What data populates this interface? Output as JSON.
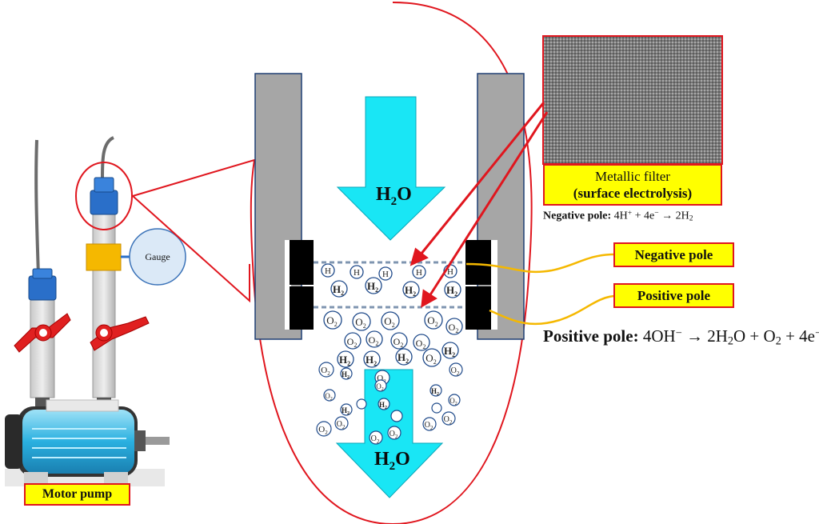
{
  "labels": {
    "gauge": "Gauge",
    "motor_pump": "Motor pump",
    "negative_pole_box": "Negative pole",
    "positive_pole_box": "Positive pole",
    "filter_caption_line1": "Metallic filter",
    "filter_caption_line2": "(surface electrolysis)",
    "water_in": "H",
    "water_in_sub": "2",
    "water_in_tail": "O",
    "water_out": "H",
    "water_out_sub": "2",
    "water_out_tail": "O"
  },
  "equations": {
    "negative": {
      "head": "Negative pole:",
      "text": "4H",
      "sup1": "+",
      "mid": " + 4e",
      "sup2": "−",
      "arrow": " → 2H",
      "sub": "2"
    },
    "positive": {
      "head": "Positive pole:",
      "text": "4OH",
      "sup1": "−",
      "arrow": " → 2H",
      "sub1": "2",
      "mid": "O + O",
      "sub2": "2",
      "tail": " + 4e",
      "sup2": "−"
    }
  },
  "bubbles": {
    "h_symbol": "H",
    "h2_symbol": "H",
    "h2_sub": "2",
    "o2_symbol": "O",
    "o2_sub": "2"
  },
  "colors": {
    "balloon_outline": "#e0161e",
    "water_arrow": "#19e6f5",
    "wall": "#a6a6a6",
    "label_fill": "#ffff00",
    "wire": "#f5b800",
    "pipe_cap": "#2a6fc9",
    "valve": "#e02020",
    "gauge_fill": "#dbe9f7",
    "gauge_block": "#f5b800",
    "motor": "#3bb6e6"
  }
}
